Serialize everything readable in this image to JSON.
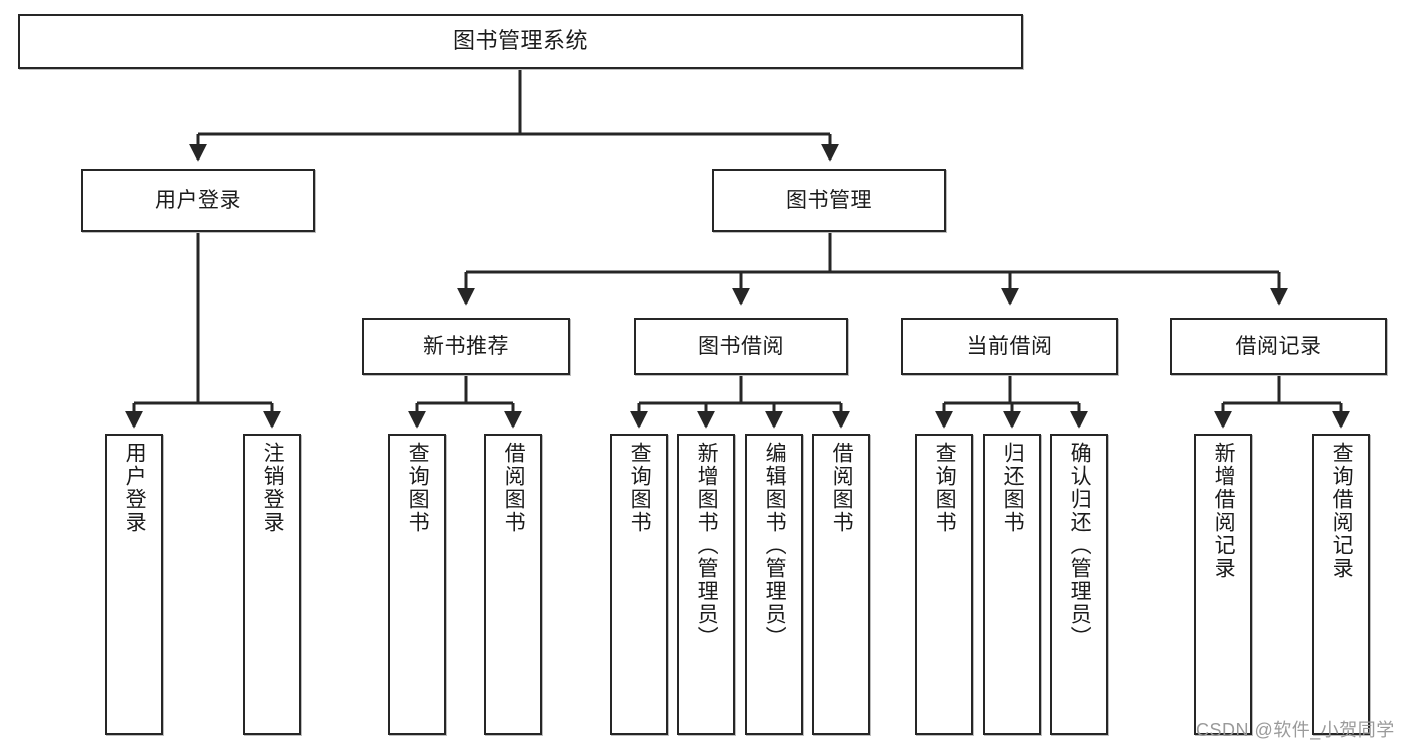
{
  "diagram": {
    "title": "图书管理系统",
    "type": "tree-hierarchy",
    "root": {
      "label": "图书管理系统"
    },
    "level1": [
      {
        "label": "用户登录"
      },
      {
        "label": "图书管理"
      }
    ],
    "level2": [
      {
        "label": "新书推荐"
      },
      {
        "label": "图书借阅"
      },
      {
        "label": "当前借阅"
      },
      {
        "label": "借阅记录"
      }
    ],
    "leaves": [
      {
        "label": "用户登录"
      },
      {
        "label": "注销登录"
      },
      {
        "label": "查询图书"
      },
      {
        "label": "借阅图书"
      },
      {
        "label": "查询图书"
      },
      {
        "label": "新增图书（管理员）"
      },
      {
        "label": "编辑图书（管理员）"
      },
      {
        "label": "借阅图书"
      },
      {
        "label": "查询图书"
      },
      {
        "label": "归还图书"
      },
      {
        "label": "确认归还（管理员）"
      },
      {
        "label": "新增借阅记录"
      },
      {
        "label": "查询借阅记录"
      }
    ],
    "watermark": "CSDN @软件_小贺同学",
    "colors": {
      "stroke": "#262626",
      "fill": "#ffffff",
      "text": "#1b1b1b",
      "watermark": "#9a9a9a"
    }
  }
}
